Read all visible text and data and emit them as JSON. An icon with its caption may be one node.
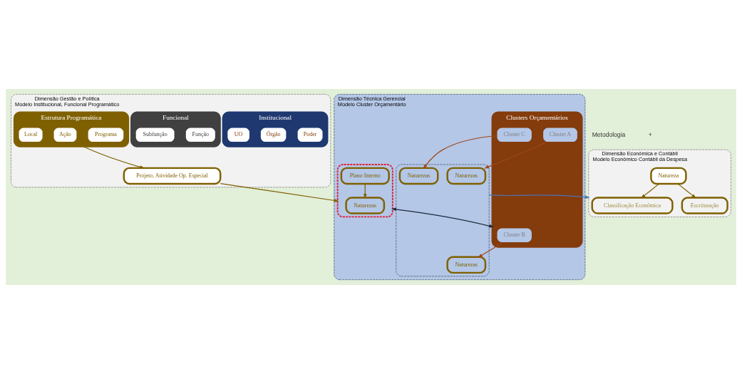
{
  "diagram": {
    "nodes": [
      {
        "text": [
          "Dimensão Gestão e Política",
          "Modelo Institucional, Funcional Programático"
        ]
      },
      {
        "text": [
          "Institucional"
        ],
        "in": 0
      },
      {
        "text": [
          "Poder"
        ],
        "in": 1
      },
      {
        "text": [
          "Órgão"
        ],
        "in": 1
      },
      {
        "text": [
          "UO"
        ],
        "in": 1
      },
      {
        "text": [
          "Funcional"
        ],
        "in": 0
      },
      {
        "text": [
          "Função"
        ],
        "in": 5
      },
      {
        "text": [
          "Subfunção"
        ],
        "in": 5
      },
      {
        "text": [
          "Estrutura Programática"
        ],
        "in": 0
      },
      {
        "text": [
          "Programa"
        ],
        "in": 8
      },
      {
        "text": [
          "Ação"
        ],
        "in": 8
      },
      {
        "text": [
          "Local"
        ],
        "in": 8
      },
      {
        "text": [
          "Projeto, Atividade Op. Especial"
        ],
        "in": 0
      },
      {
        "text": [
          "Dimensão Técnica Gerencial",
          "Modelo Cluster Orçamentário"
        ]
      },
      {
        "text": [],
        "shape": "box",
        "in": 13
      },
      {
        "text": [
          "Plano Interno"
        ],
        "in": 14
      },
      {
        "text": [
          "Naturezas"
        ],
        "in": 14
      },
      {
        "text": [
          "Clusters Orçamentários"
        ],
        "in": 13
      },
      {
        "text": [
          "Cluster A"
        ],
        "in": 17
      },
      {
        "text": [
          "Cluster B"
        ],
        "in": 17
      },
      {
        "text": [
          "Cluster C"
        ],
        "in": 17
      },
      {
        "text": [],
        "shape": "box",
        "in": 13
      },
      {
        "text": [
          "Naturezas"
        ],
        "in": 21
      },
      {
        "text": [
          "Naturezas"
        ],
        "in": 21
      },
      {
        "text": [
          "Naturezas"
        ],
        "in": 21
      },
      {
        "text": [
          "Dimensão Econômica e Contábil",
          "Modelo Econômico Contábil da Despesa"
        ]
      },
      {
        "text": [
          "Natureza"
        ],
        "in": 25
      },
      {
        "text": [
          "Classificação Econômica"
        ],
        "in": 25
      },
      {
        "text": [
          "Escrituração"
        ],
        "in": 25
      }
    ],
    "edges": [
      {
        "from": 10,
        "to": 12,
        "arrow": "to"
      },
      {
        "from": 12,
        "to": 14,
        "arrow": "to"
      },
      {
        "from": 15,
        "to": 16,
        "arrow": "to"
      },
      {
        "from": 14,
        "to": 17,
        "arrow": "both",
        "color": "#1f2a3c"
      },
      {
        "from": 18,
        "to": 22,
        "arrow": "to",
        "color": "#a0461b"
      },
      {
        "from": 19,
        "to": 23,
        "arrow": "to",
        "color": "#a0461b"
      },
      {
        "from": 20,
        "to": 24,
        "arrow": "to",
        "color": "#a0461b"
      },
      {
        "from": 21,
        "to": 25,
        "arrow": "to",
        "color": "#4a72b8"
      },
      {
        "from": 26,
        "to": 27,
        "arrow": "to"
      },
      {
        "from": 26,
        "to": 28,
        "arrow": "to"
      }
    ],
    "labels": [
      "Metodologia",
      "+"
    ]
  }
}
